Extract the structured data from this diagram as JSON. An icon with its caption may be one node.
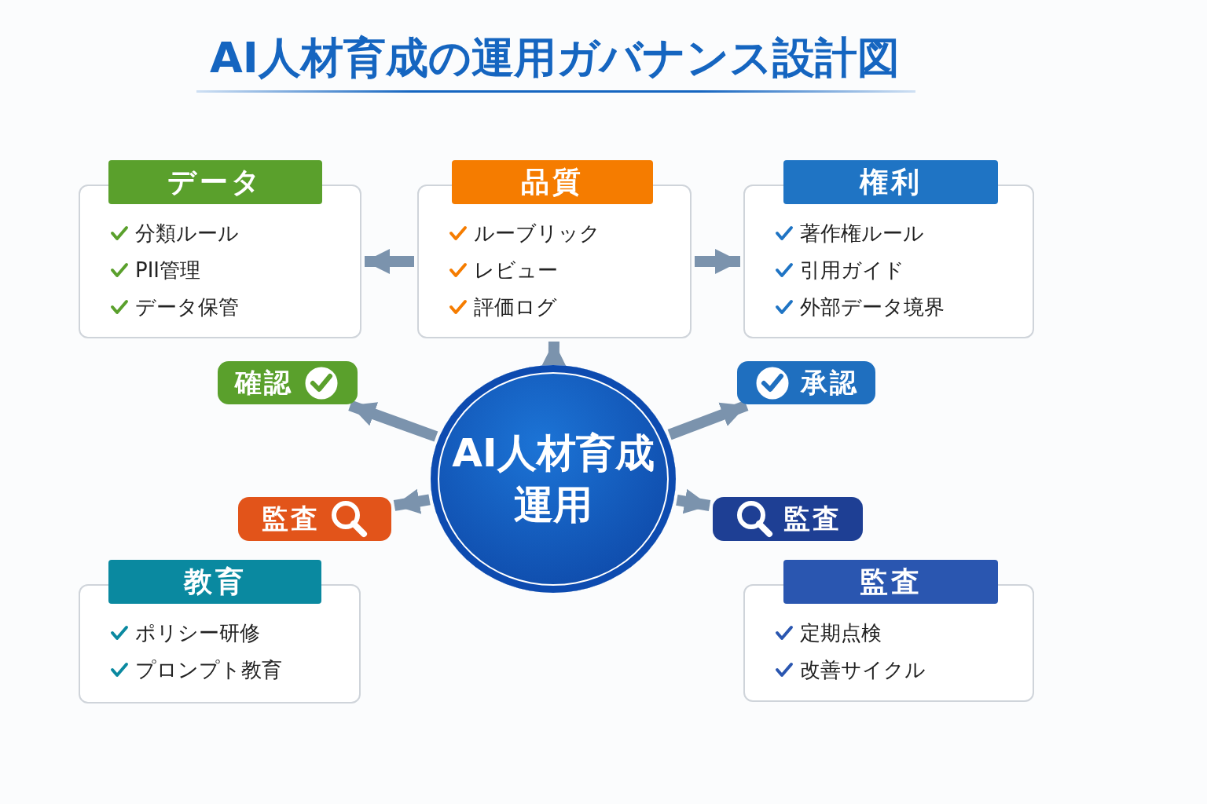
{
  "diagram": {
    "title": "AI人材育成の運用ガバナンス設計図",
    "nodes": [
      {
        "text": [
          "AI人材育成運用"
        ]
      },
      {
        "text": [
          "データ",
          "分類ルール",
          "PII管理",
          "データ保管"
        ]
      },
      {
        "text": [
          "品質",
          "ルーブリック",
          "レビュー",
          "評価ログ"
        ]
      },
      {
        "text": [
          "権利",
          "著作権ルール",
          "引用ガイド",
          "外部データ境界"
        ]
      },
      {
        "text": [
          "確認"
        ]
      },
      {
        "text": [
          "承認"
        ]
      },
      {
        "text": [
          "監査"
        ]
      },
      {
        "text": [
          "監査"
        ]
      },
      {
        "text": [
          "教育",
          "ポリシー研修",
          "プロンプト教育"
        ]
      },
      {
        "text": [
          "監査",
          "定期点検",
          "改善サイクル"
        ]
      }
    ],
    "edges": [
      {
        "from": 2,
        "to": 1,
        "arrow": "to"
      },
      {
        "from": 2,
        "to": 3,
        "arrow": "to"
      },
      {
        "from": 0,
        "to": 2,
        "arrow": "to"
      },
      {
        "from": 0,
        "to": 4,
        "arrow": "to"
      },
      {
        "from": 0,
        "to": 5,
        "arrow": "to"
      },
      {
        "from": 0,
        "to": 6,
        "arrow": "to"
      },
      {
        "from": 0,
        "to": 7,
        "arrow": "to"
      }
    ]
  }
}
